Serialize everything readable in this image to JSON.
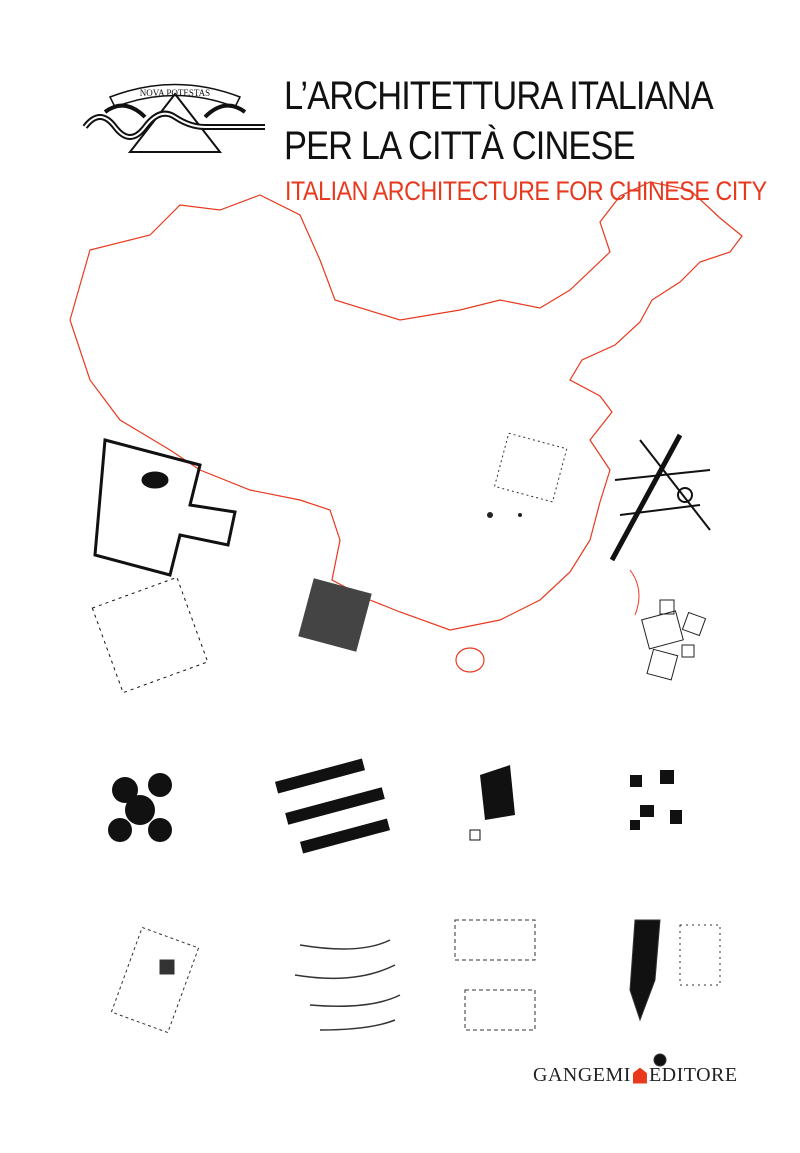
{
  "cover": {
    "title_line1": "L’ARCHITETTURA ITALIANA",
    "title_line2": "PER LA CITTÀ CINESE",
    "subtitle": "ITALIAN ARCHITECTURE FOR CHINESE CITY",
    "logo_motto": "NOVA POTESTAS",
    "publisher_left": "GANGEMI",
    "publisher_right": "EDITORE"
  },
  "colors": {
    "accent": "#e8391e",
    "text": "#111111"
  }
}
